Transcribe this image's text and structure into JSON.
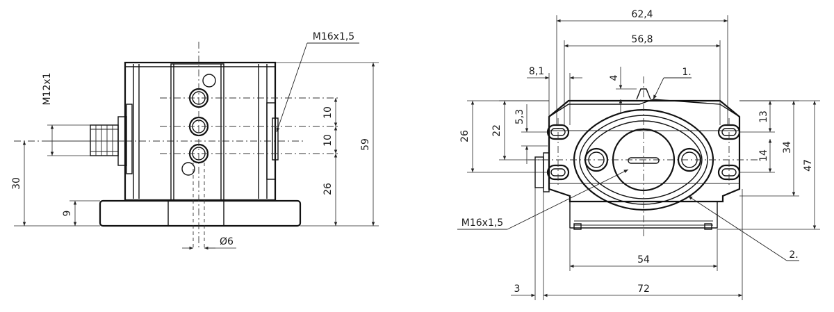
{
  "left_view": {
    "thread_top": "M16x1,5",
    "thread_side": "M12x1",
    "dim_height_total": "59",
    "dim_spacing_1": "10",
    "dim_spacing_2": "10",
    "dim_lower": "26",
    "dim_axis_height": "30",
    "dim_base_height": "9",
    "dim_diameter": "Ø6"
  },
  "right_view": {
    "dim_width_outer": "62,4",
    "dim_width_inner": "56,8",
    "dim_flange": "8,1",
    "dim_nub": "4",
    "callout_1": "1.",
    "callout_2": "2.",
    "dim_26": "26",
    "dim_22": "22",
    "dim_5_3": "5,3",
    "dim_13": "13",
    "dim_14": "14",
    "dim_34": "34",
    "dim_47": "47",
    "thread_port": "M16x1,5",
    "dim_54": "54",
    "dim_3": "3",
    "dim_72": "72"
  }
}
